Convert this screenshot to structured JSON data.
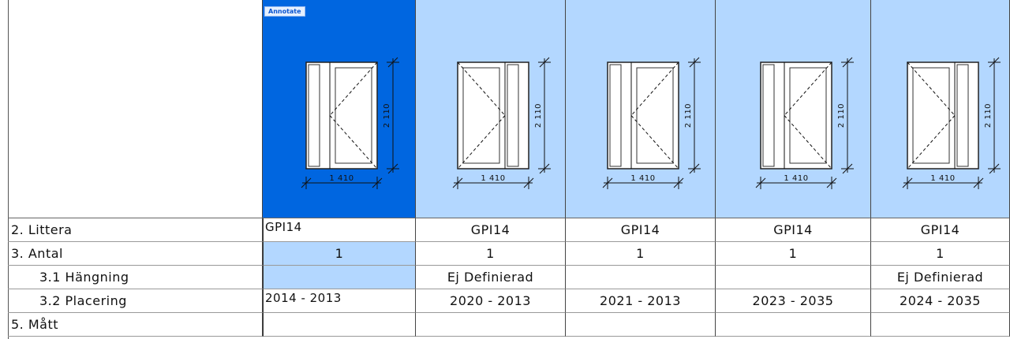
{
  "annotate_label": "Annotate",
  "row_labels": [
    "2. Littera",
    "3. Antal",
    "3.1 Hängning",
    "3.2 Placering",
    "5. Mått"
  ],
  "columns": [
    {
      "littera": "GPI14",
      "antal": "1",
      "hangning": "",
      "placering": "2014 - 2013",
      "matt": "",
      "width_dim": "1 410",
      "height_dim": "2 110",
      "sidelight": "left",
      "selected": true
    },
    {
      "littera": "GPI14",
      "antal": "1",
      "hangning": "Ej Definierad",
      "placering": "2020 - 2013",
      "matt": "",
      "width_dim": "1 410",
      "height_dim": "2 110",
      "sidelight": "right",
      "selected": false
    },
    {
      "littera": "GPI14",
      "antal": "1",
      "hangning": "",
      "placering": "2021 - 2013",
      "matt": "",
      "width_dim": "1 410",
      "height_dim": "2 110",
      "sidelight": "left",
      "selected": false
    },
    {
      "littera": "GPI14",
      "antal": "1",
      "hangning": "",
      "placering": "2023 - 2035",
      "matt": "",
      "width_dim": "1 410",
      "height_dim": "2 110",
      "sidelight": "left",
      "selected": false
    },
    {
      "littera": "GPI14",
      "antal": "1",
      "hangning": "Ej Definierad",
      "placering": "2024 - 2035",
      "matt": "",
      "width_dim": "1 410",
      "height_dim": "2 110",
      "sidelight": "right",
      "selected": false
    }
  ],
  "colors": {
    "selected": "#0066e0",
    "highlight": "#b3d7ff"
  }
}
